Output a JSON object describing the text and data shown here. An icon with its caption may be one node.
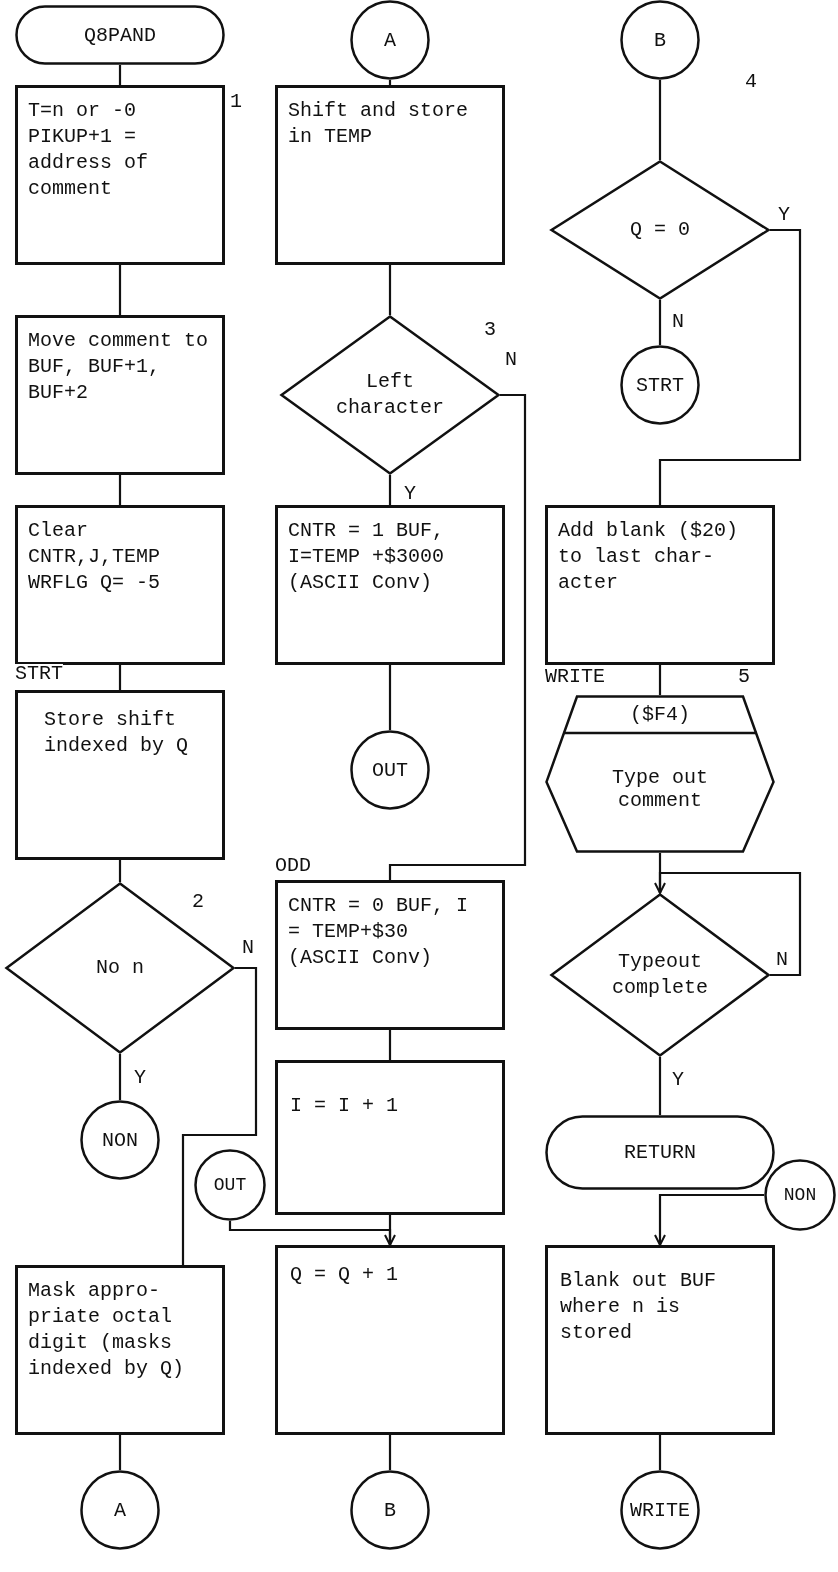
{
  "diagram": {
    "nodes": [
      {
        "text": [
          "Q8PAND"
        ]
      },
      {
        "text": [
          "T=n or -0 PIKUP+1 = address of comment"
        ],
        "beside": [
          "1"
        ]
      },
      {
        "text": [
          "Move comment to BUF, BUF+1, BUF+2"
        ]
      },
      {
        "text": [
          "Clear CNTR,J,TEMP WRFLG Q= -5"
        ]
      },
      {
        "text": [
          "Store shift indexed by Q"
        ],
        "beside": [
          "STRT"
        ]
      },
      {
        "text": [
          "No n"
        ],
        "beside": [
          "2"
        ]
      },
      {
        "text": [
          "NON"
        ]
      },
      {
        "text": [
          "OUT"
        ]
      },
      {
        "text": [
          "Mask appro- priate octal digit (masks indexed by Q)"
        ]
      },
      {
        "text": [
          "A"
        ]
      },
      {
        "text": [
          "A"
        ]
      },
      {
        "text": [
          "Shift and store in TEMP"
        ]
      },
      {
        "text": [
          "Left character"
        ],
        "beside": [
          "3"
        ]
      },
      {
        "text": [
          "CNTR = 1 BUF, I=TEMP +$3000 (ASCII Conv)"
        ]
      },
      {
        "text": [
          "OUT"
        ]
      },
      {
        "text": [
          "CNTR = 0 BUF, I = TEMP+$30 (ASCII Conv)"
        ],
        "beside": [
          "ODD"
        ]
      },
      {
        "text": [
          "I = I + 1"
        ]
      },
      {
        "text": [
          "Q = Q + 1"
        ]
      },
      {
        "text": [
          "B"
        ]
      },
      {
        "text": [
          "B"
        ]
      },
      {
        "text": [
          "Q = 0"
        ],
        "beside": [
          "4"
        ]
      },
      {
        "text": [
          "STRT"
        ]
      },
      {
        "text": [
          "Add blank ($20) to last char- acter"
        ]
      },
      {
        "text": [
          "($F4)",
          "Type out comment"
        ],
        "beside": [
          "WRITE",
          "5"
        ]
      },
      {
        "text": [
          "Typeout complete"
        ]
      },
      {
        "text": [
          "RETURN"
        ]
      },
      {
        "text": [
          "NON"
        ]
      },
      {
        "text": [
          "Blank out BUF where n is stored"
        ]
      },
      {
        "text": [
          "WRITE"
        ]
      }
    ],
    "edges": [
      {
        "from": 0,
        "to": 1,
        "arrow": "none"
      },
      {
        "from": 1,
        "to": 2,
        "arrow": "none"
      },
      {
        "from": 2,
        "to": 3,
        "arrow": "none"
      },
      {
        "from": 3,
        "to": 4,
        "arrow": "none"
      },
      {
        "from": 4,
        "to": 5,
        "arrow": "none"
      },
      {
        "from": 5,
        "to": 6,
        "arrow": "none",
        "label": "Y"
      },
      {
        "from": 5,
        "to": 8,
        "arrow": "none",
        "label": "N"
      },
      {
        "from": 7,
        "to": 17,
        "arrow": "to"
      },
      {
        "from": 8,
        "to": 9,
        "arrow": "none"
      },
      {
        "from": 10,
        "to": 11,
        "arrow": "none"
      },
      {
        "from": 11,
        "to": 12,
        "arrow": "none"
      },
      {
        "from": 12,
        "to": 13,
        "arrow": "none",
        "label": "Y"
      },
      {
        "from": 13,
        "to": 14,
        "arrow": "none"
      },
      {
        "from": 12,
        "to": 15,
        "arrow": "none",
        "label": "N"
      },
      {
        "from": 15,
        "to": 16,
        "arrow": "none"
      },
      {
        "from": 16,
        "to": 17,
        "arrow": "none"
      },
      {
        "from": 17,
        "to": 18,
        "arrow": "none"
      },
      {
        "from": 19,
        "to": 20,
        "arrow": "none"
      },
      {
        "from": 20,
        "to": 21,
        "arrow": "none",
        "label": "N"
      },
      {
        "from": 20,
        "to": 22,
        "arrow": "none",
        "label": "Y"
      },
      {
        "from": 22,
        "to": 23,
        "arrow": "none"
      },
      {
        "from": 23,
        "to": 24,
        "arrow": "none"
      },
      {
        "from": 24,
        "to": 24,
        "arrow": "to",
        "label": "N"
      },
      {
        "from": 24,
        "to": 25,
        "arrow": "none",
        "label": "Y"
      },
      {
        "from": 26,
        "to": 27,
        "arrow": "to"
      },
      {
        "from": 27,
        "to": 28,
        "arrow": "none"
      }
    ]
  }
}
